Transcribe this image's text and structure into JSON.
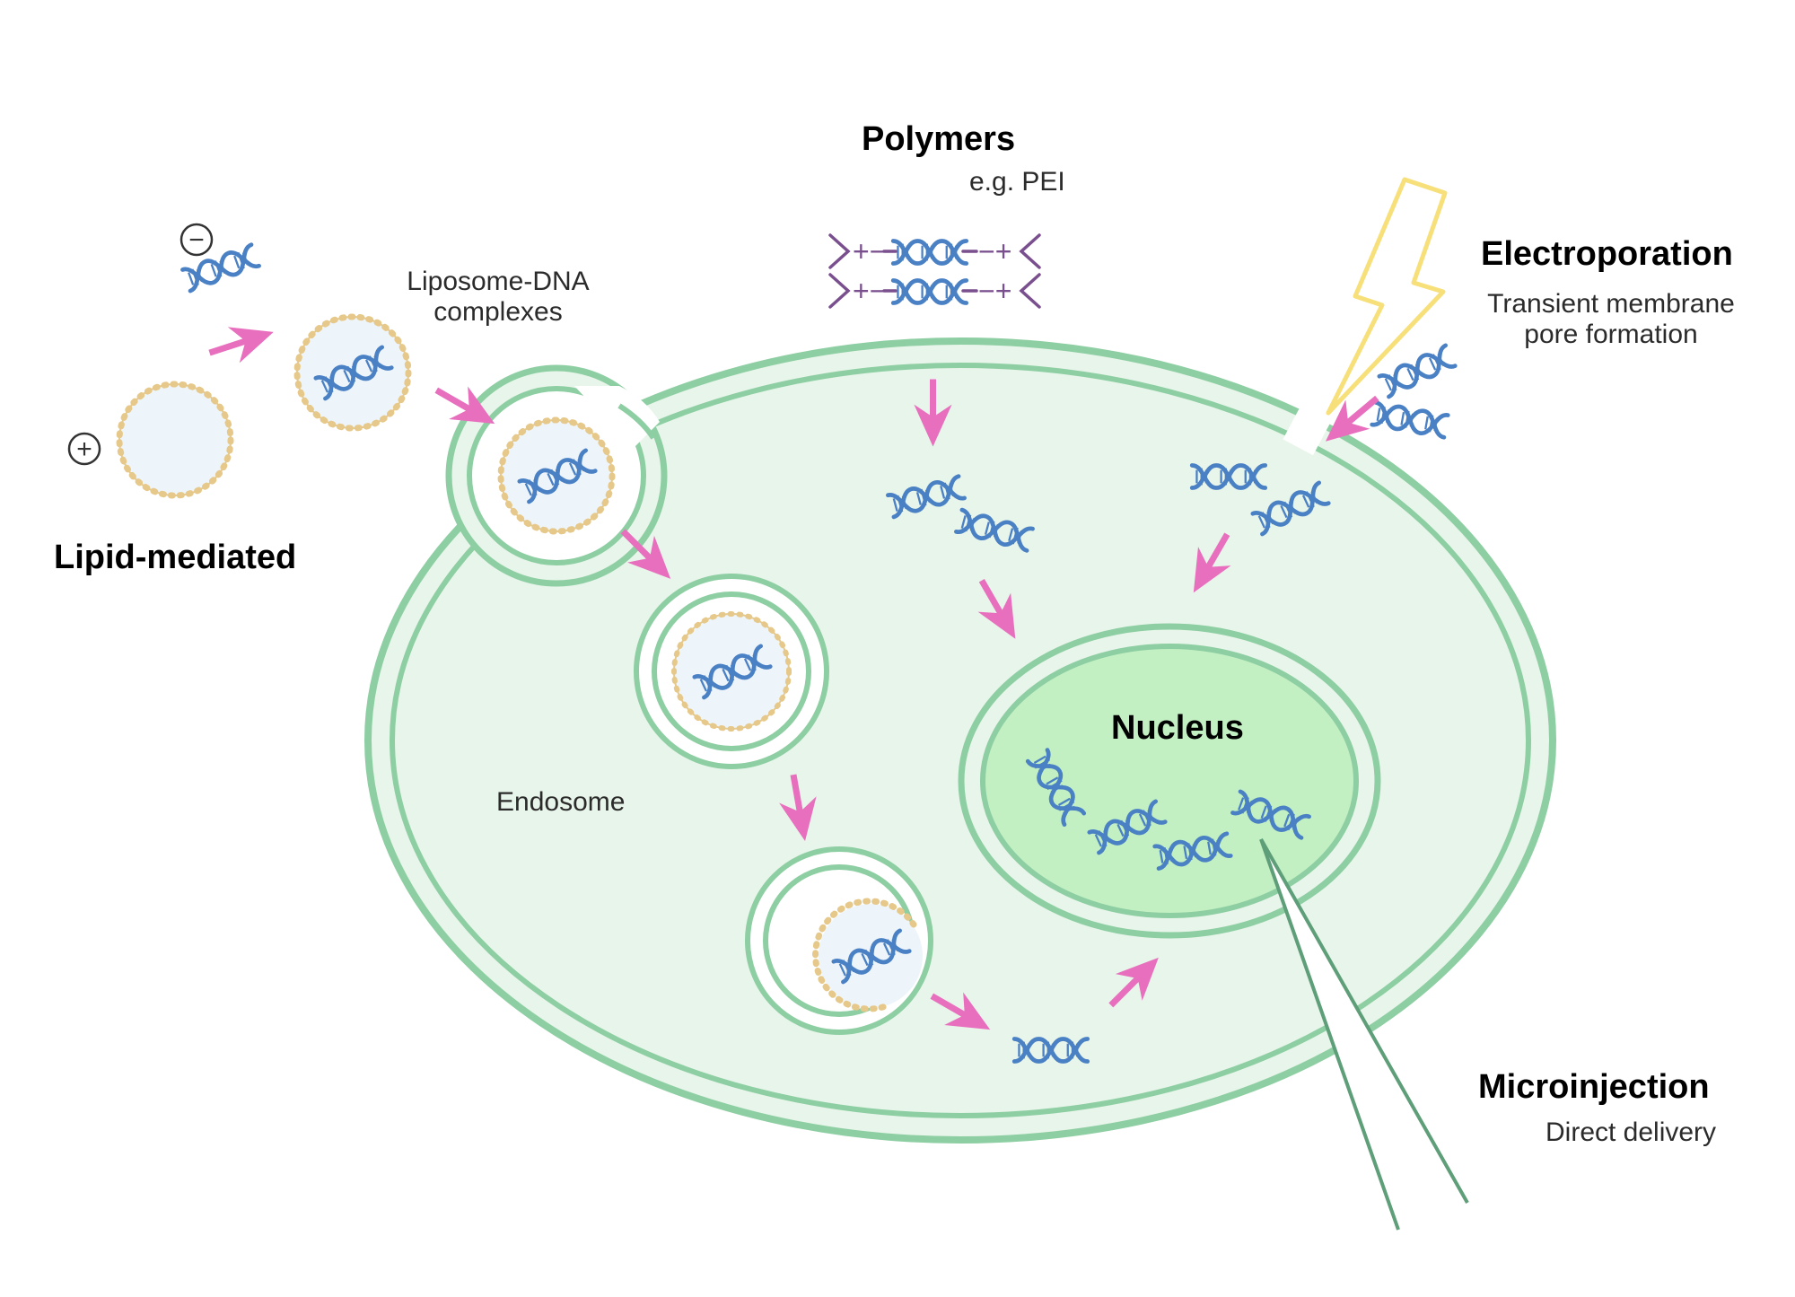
{
  "labels": {
    "lipid_mediated": "Lipid-mediated",
    "liposome_dna_line1": "Liposome-DNA",
    "liposome_dna_line2": "complexes",
    "polymers": "Polymers",
    "polymers_example": "e.g. PEI",
    "electroporation": "Electroporation",
    "electroporation_line1": "Transient membrane",
    "electroporation_line2": "pore formation",
    "endosome": "Endosome",
    "nucleus": "Nucleus",
    "microinjection": "Microinjection",
    "microinjection_desc": "Direct delivery"
  },
  "symbols": {
    "negative": "−",
    "positive": "+",
    "polymer_charge": "+−",
    "polymer_charge_end": "−+"
  },
  "colors": {
    "membrane": "#8dcea2",
    "cytoplasm": "#e8f5ea",
    "nucleus": "#c2f0c2",
    "arrow": "#e86fbd",
    "dna": "#4a80c4",
    "lipid": "#e6c98a",
    "polymer": "#7a4f8e",
    "lightning": "#f7e07a",
    "needle": "#5e9e78"
  }
}
